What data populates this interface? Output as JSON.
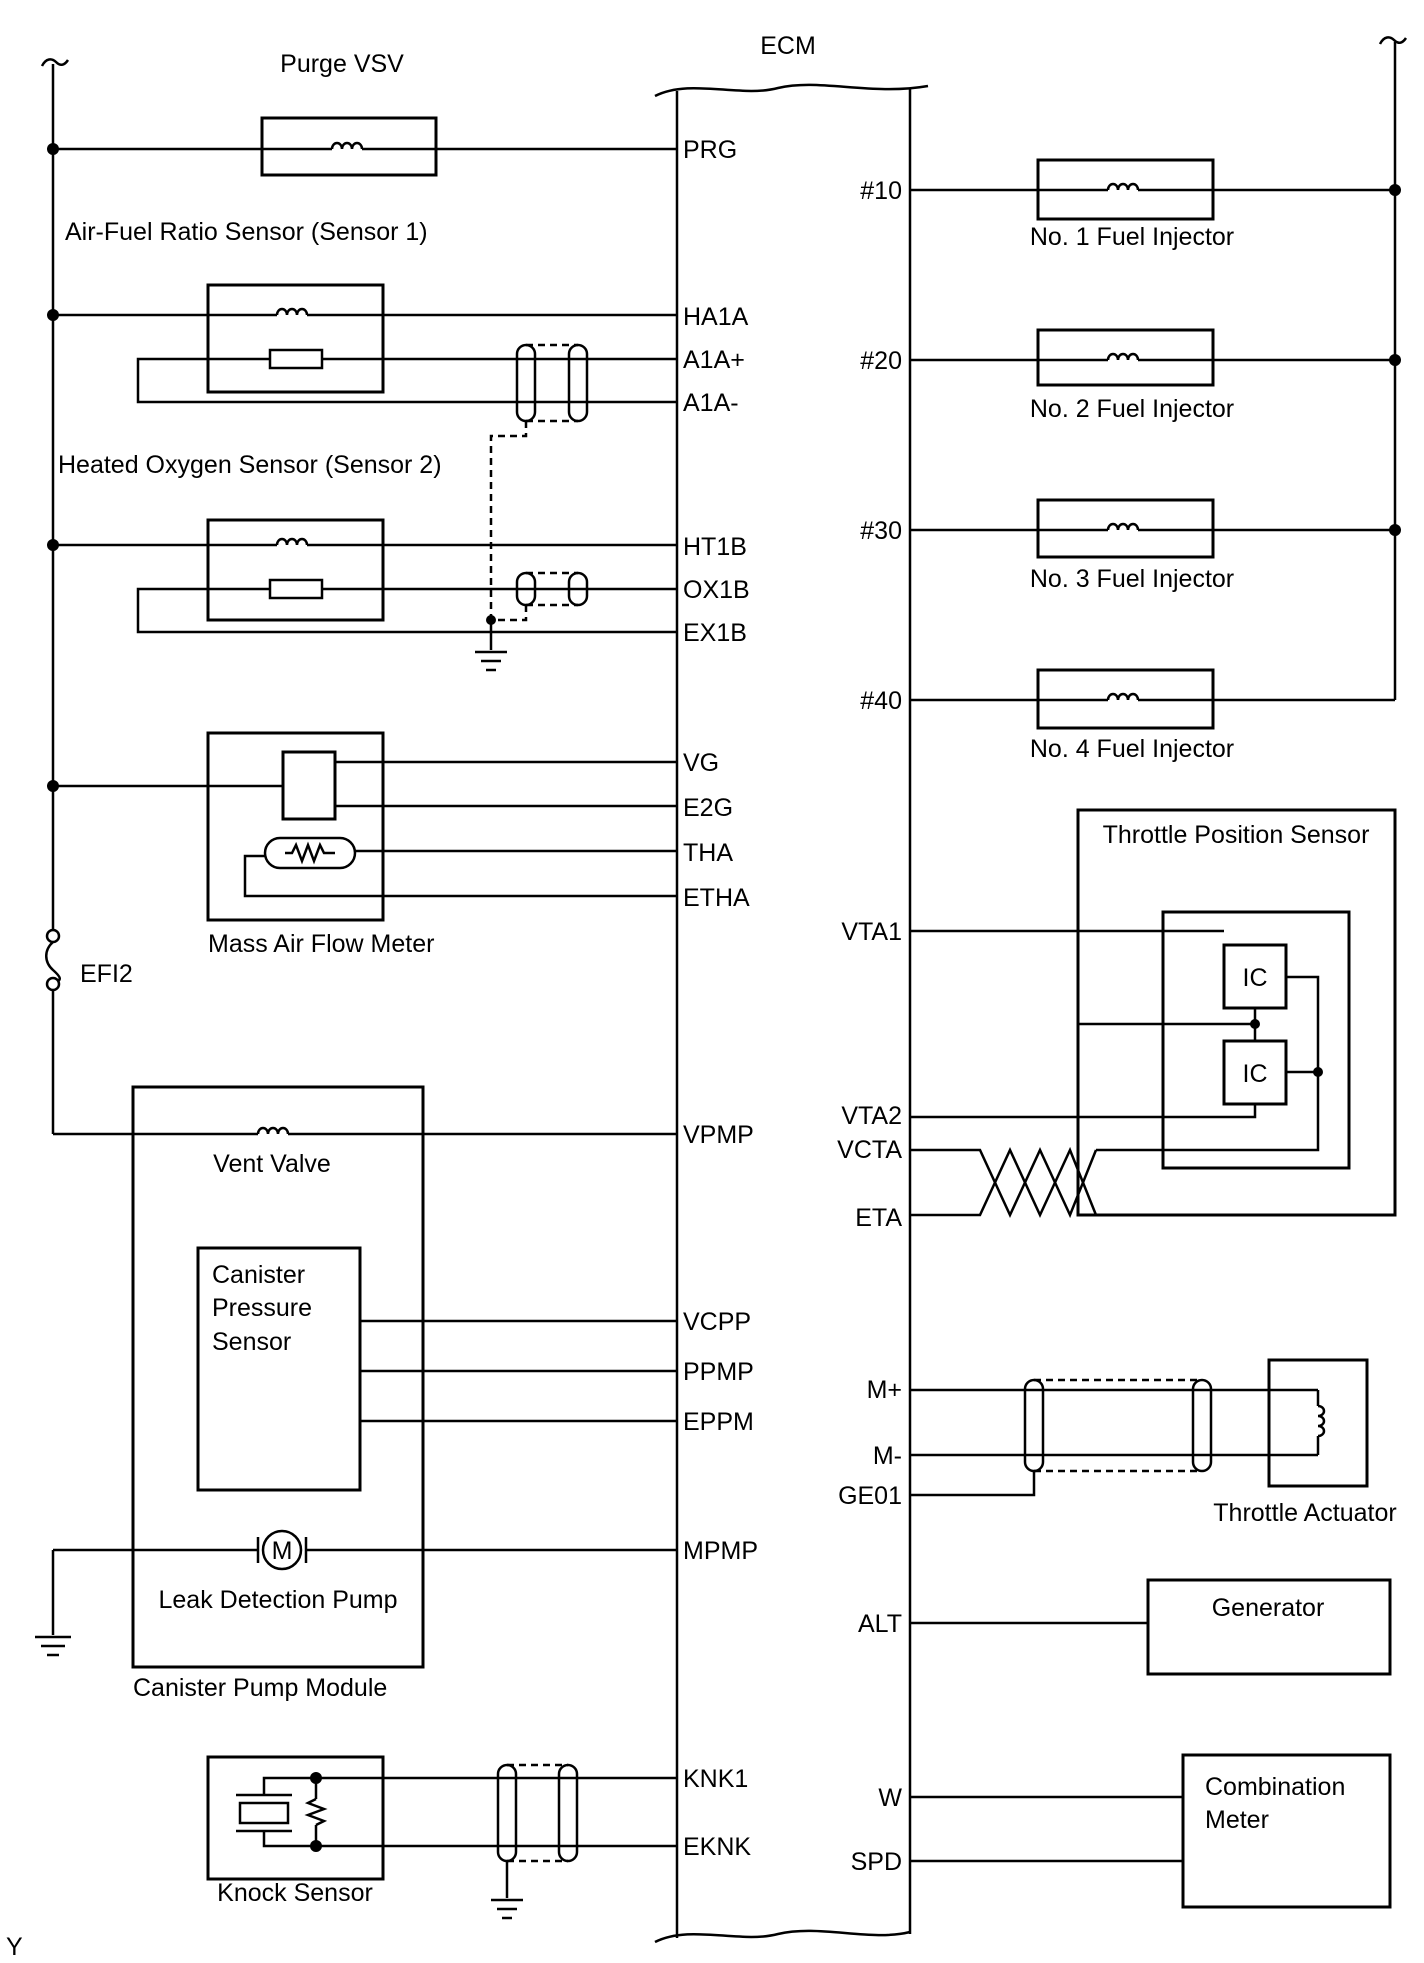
{
  "ecm": {
    "title": "ECM",
    "left_pins": [
      "PRG",
      "HA1A",
      "A1A+",
      "A1A-",
      "HT1B",
      "OX1B",
      "EX1B",
      "VG",
      "E2G",
      "THA",
      "ETHA",
      "VPMP",
      "VCPP",
      "PPMP",
      "EPPM",
      "MPMP",
      "KNK1",
      "EKNK"
    ],
    "right_pins": [
      "#10",
      "#20",
      "#30",
      "#40",
      "VTA1",
      "VTA2",
      "VCTA",
      "ETA",
      "M+",
      "M-",
      "GE01",
      "ALT",
      "W",
      "SPD"
    ]
  },
  "components": {
    "purge_vsv": "Purge VSV",
    "af_sensor": "Air-Fuel Ratio Sensor (Sensor 1)",
    "ho2_sensor": "Heated Oxygen Sensor (Sensor 2)",
    "maf_meter": "Mass Air Flow Meter",
    "fuse": "EFI2",
    "vent_valve": "Vent Valve",
    "canister_pressure_sensor": [
      "Canister",
      "Pressure",
      "Sensor"
    ],
    "leak_detection_pump": "Leak Detection Pump",
    "motor_symbol": "M",
    "canister_pump_module": "Canister Pump Module",
    "knock_sensor": "Knock Sensor",
    "injectors": [
      "No. 1 Fuel Injector",
      "No. 2 Fuel Injector",
      "No. 3 Fuel Injector",
      "No. 4 Fuel Injector"
    ],
    "throttle_position_sensor": "Throttle Position Sensor",
    "ic": "IC",
    "throttle_actuator": "Throttle Actuator",
    "generator": "Generator",
    "combination_meter": [
      "Combination",
      "Meter"
    ]
  },
  "corner_mark": "Y"
}
